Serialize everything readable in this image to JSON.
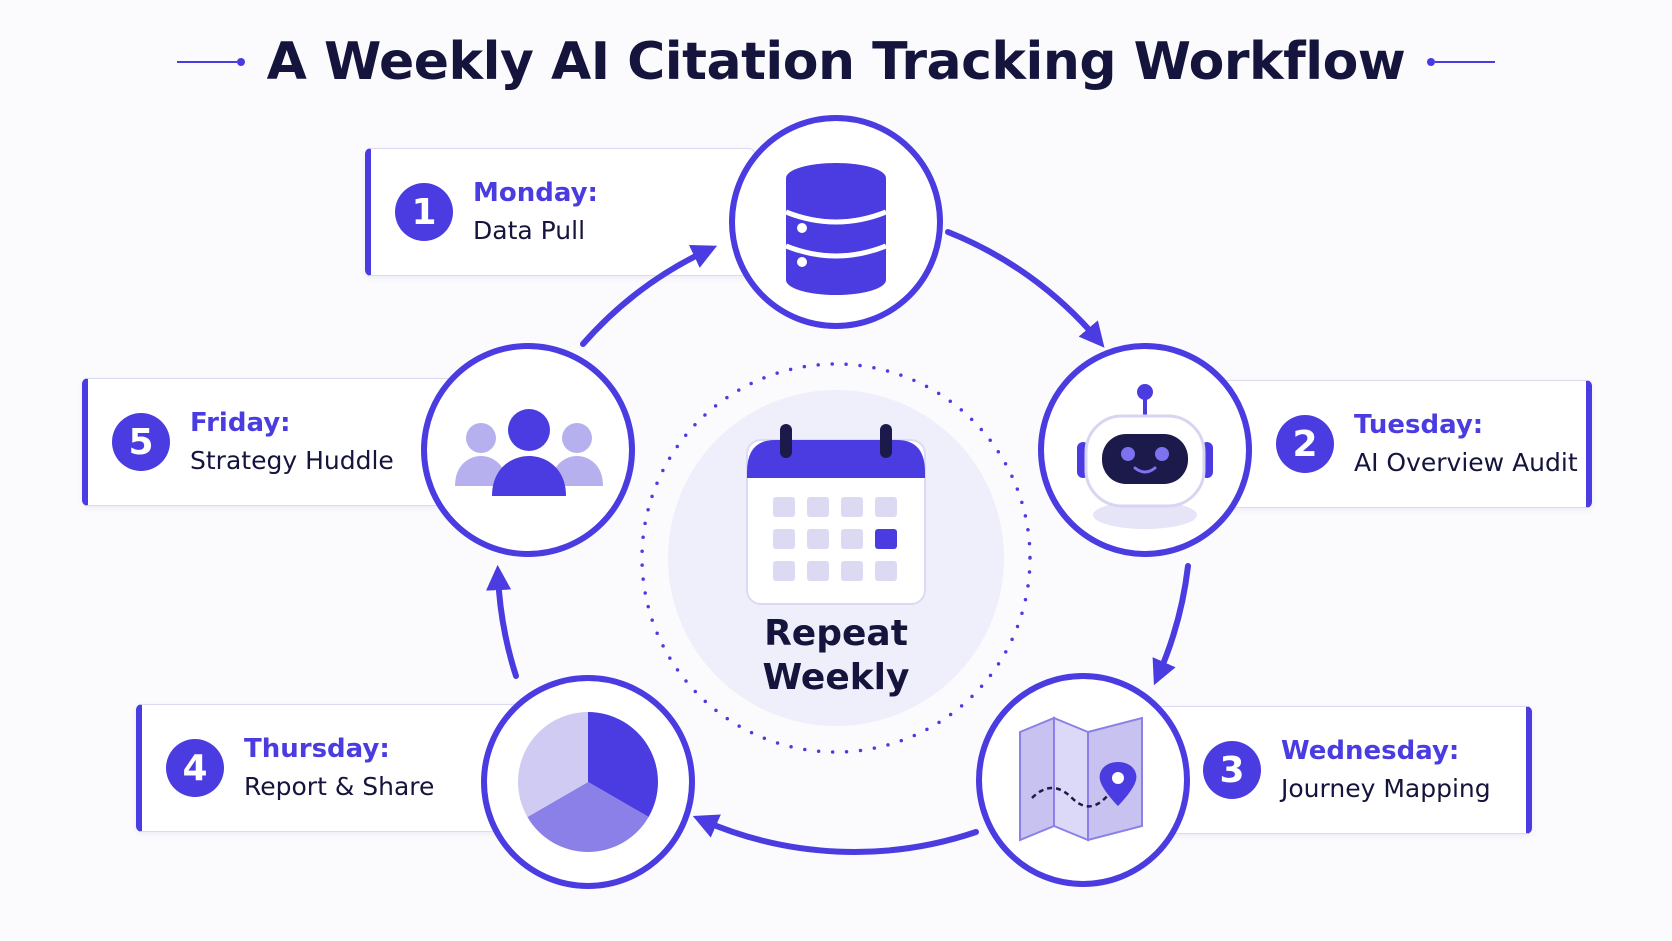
{
  "title": "A Weekly AI Citation Tracking Workflow",
  "center_label": {
    "line1": "Repeat",
    "line2": "Weekly"
  },
  "colors": {
    "accent": "#4a3ce0",
    "light": "#b7b0ee",
    "mid": "#8b80e8",
    "text": "#14143c"
  },
  "steps": [
    {
      "number": "1",
      "day": "Monday:",
      "task": "Data Pull",
      "icon": "database-icon"
    },
    {
      "number": "2",
      "day": "Tuesday:",
      "task": "AI Overview Audit",
      "icon": "robot-icon"
    },
    {
      "number": "3",
      "day": "Wednesday:",
      "task": "Journey Mapping",
      "icon": "map-icon"
    },
    {
      "number": "4",
      "day": "Thursday:",
      "task": "Report & Share",
      "icon": "pie-chart-icon"
    },
    {
      "number": "5",
      "day": "Friday:",
      "task": "Strategy Huddle",
      "icon": "team-icon"
    }
  ],
  "center_icon": "calendar-icon"
}
